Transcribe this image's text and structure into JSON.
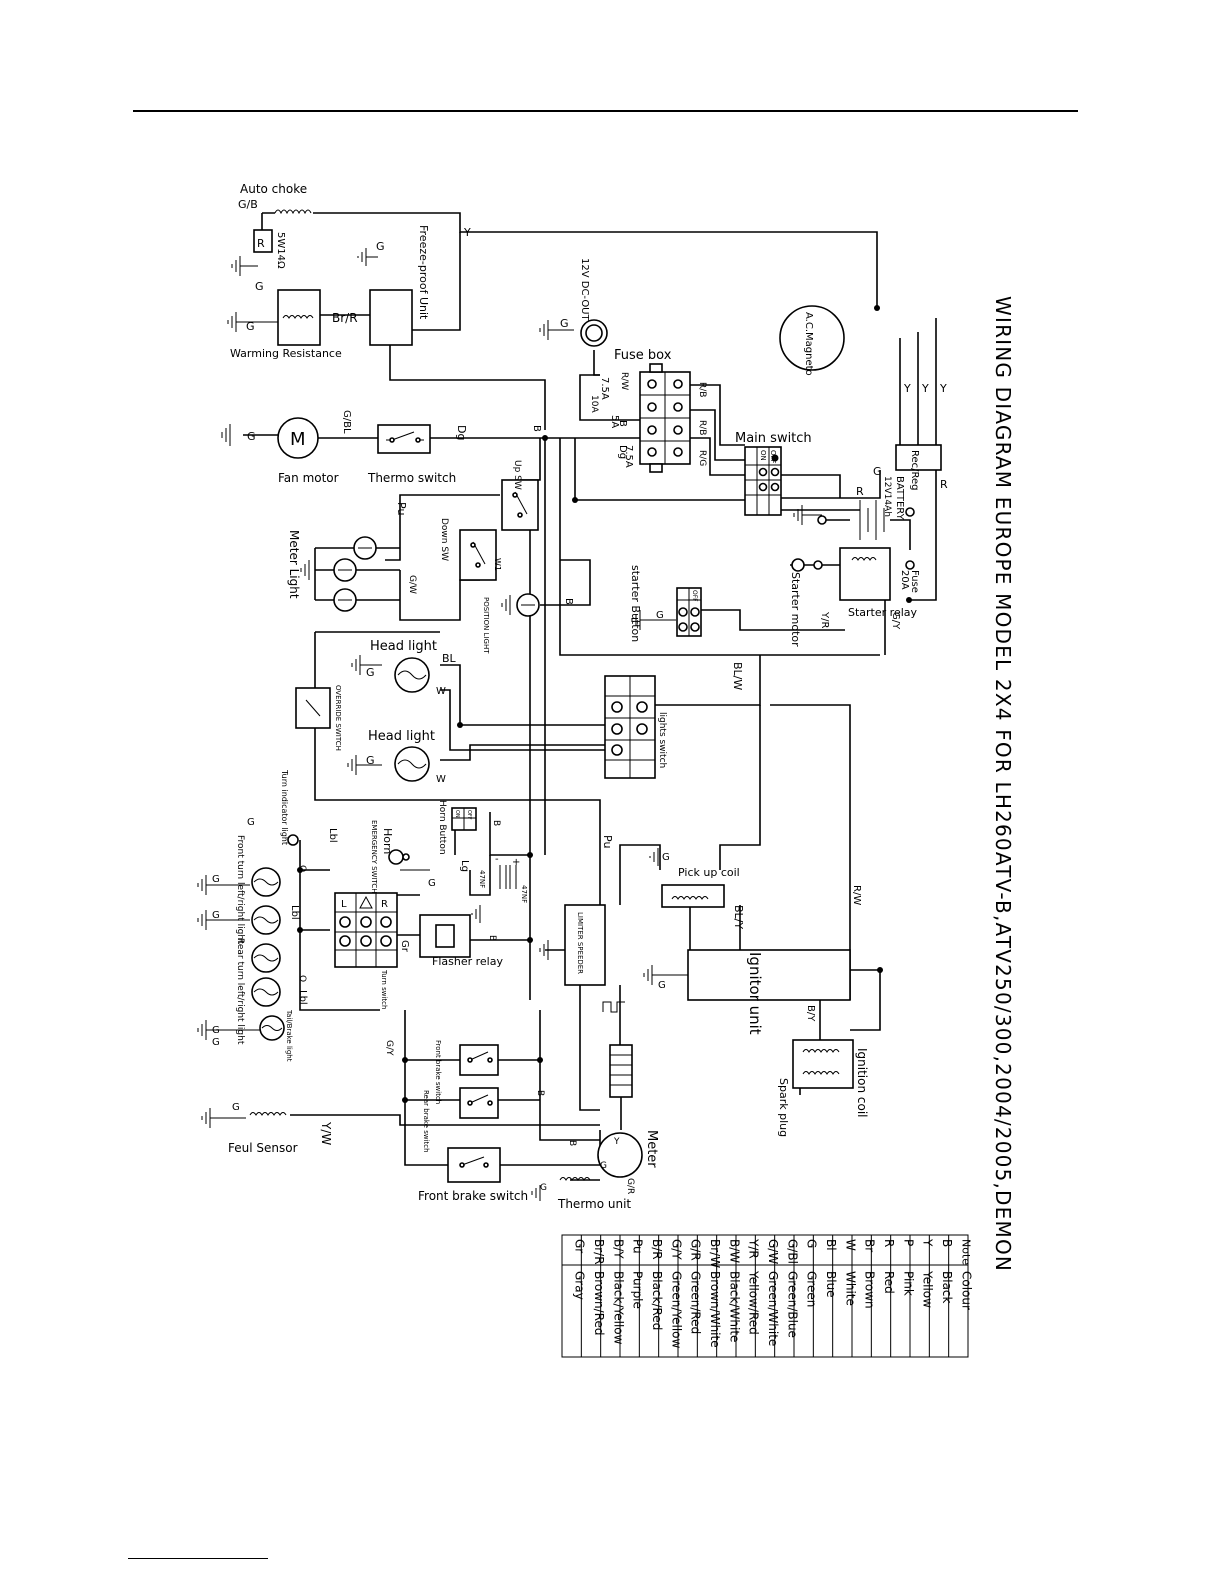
{
  "title": "WIRING DIAGRAM EUROPE MODEL 2X4 FOR LH260ATV-B,ATV250/300,2004/2005,DEMON",
  "components": {
    "auto_choke": "Auto choke",
    "choke_resistor_label": "R",
    "choke_resistor_value": "5W14Ω",
    "freeze_proof_unit": "Freeze-proof Unit",
    "warming_resistance": "Warming Resistance",
    "ac_magneto": "A.C.Magneto",
    "dc_out": "12V DC-OUT",
    "fuse_box": "Fuse box",
    "fuse_1": "10A",
    "fuse_2": "7.5A",
    "fuse_3": "5A",
    "fuse_4": "7.5A",
    "main_switch": "Main switch",
    "rec_reg": "Rec/Reg",
    "battery": "BATTERY",
    "battery_spec": "12V14Ah",
    "fuse_main": "Fuse",
    "fuse_main_rating": "20A",
    "fan_motor": "Fan motor",
    "fan_motor_symbol": "M",
    "thermo_switch": "Thermo switch",
    "up_sw": "Up SW",
    "down_sw": "Down SW",
    "meter_light": "Meter Light",
    "position_light": "POSITION LIGHT",
    "starter_button": "starter Button",
    "starter_motor": "Starter motor",
    "starter_relay": "Starter relay",
    "head_light_1": "Head light",
    "head_light_2": "Head light",
    "override_switch": "OVERRIDE SWITCH",
    "lights_switch": "lights switch",
    "turn_indicator_light": "Turn indicator light",
    "front_turn_light": "Front turn left/right light",
    "rear_turn_light": "Rear turn left/right light",
    "tail_brake_light": "Tail/Brake light",
    "horn": "Horn",
    "horn_button": "Horn Button",
    "emergency_switch": "EMERGENCY SWITCH",
    "turn_switch": "Turn switch",
    "flasher_relay": "Flasher relay",
    "capacitor_1": "47NF",
    "capacitor_2": "47NF",
    "limiter_speeder": "LIMITER SPEEDER",
    "pick_up_coil": "Pick up coil",
    "ignitor_unit": "Ignitor unit",
    "ignition_coil": "Ignition coil",
    "spark_plug": "Spark plug",
    "front_brake_switch_small": "Front brake switch",
    "rear_brake_switch": "Rear brake switch",
    "front_brake_switch": "Front brake switch",
    "fuel_sensor": "Feul Sensor",
    "meter": "Meter",
    "thermo_unit": "Thermo unit"
  },
  "wire_labels": {
    "g_b": "G/B",
    "g": "G",
    "y": "Y",
    "br_r": "Br/R",
    "g_bl": "G/BL",
    "dg": "Dg",
    "b": "B",
    "r": "R",
    "pu": "Pu",
    "g_w": "G/W",
    "y_r": "Y/R",
    "g_y": "G/Y",
    "bl_w": "BL/W",
    "bl": "BL",
    "w": "W",
    "lbl": "Lbl",
    "o": "O",
    "gr": "Gr",
    "lg": "Lg",
    "r_w": "R/W",
    "bl_y": "BL/Y",
    "b_y": "B/Y",
    "y_w": "Y/W",
    "g_r": "G/R",
    "w1": "W1",
    "plus": "+",
    "minus": "-"
  },
  "fuse_box_labels": [
    "R/W",
    "R/B",
    "R/G"
  ],
  "main_switch_header": [
    "OFF",
    "ON"
  ],
  "starter_button_header": [
    "OFF",
    "ON"
  ],
  "horn_button_header": [
    "OFF",
    "ON"
  ],
  "turn_switch_header": [
    "L",
    "R"
  ],
  "colour_table": {
    "header": [
      "Note",
      "Colour"
    ],
    "rows": [
      [
        "B",
        "Black"
      ],
      [
        "Y",
        "Yellow"
      ],
      [
        "P",
        "Pink"
      ],
      [
        "R",
        "Red"
      ],
      [
        "Br",
        "Brown"
      ],
      [
        "W",
        "White"
      ],
      [
        "Bl",
        "Blue"
      ],
      [
        "G",
        "Green"
      ],
      [
        "G/Bl",
        "Green/Blue"
      ],
      [
        "G/W",
        "Green/White"
      ],
      [
        "Y/R",
        "Yellow/Red"
      ],
      [
        "B/W",
        "Black/White"
      ],
      [
        "Br/W",
        "Brown/White"
      ],
      [
        "G/R",
        "Green/Red"
      ],
      [
        "G/Y",
        "Green/Yellow"
      ],
      [
        "B/R",
        "Black/Red"
      ],
      [
        "Pu",
        "Purple"
      ],
      [
        "B/Y",
        "Black/Yellow"
      ],
      [
        "Br/R",
        "Brown/Red"
      ],
      [
        "Gr",
        "Gray"
      ]
    ]
  }
}
